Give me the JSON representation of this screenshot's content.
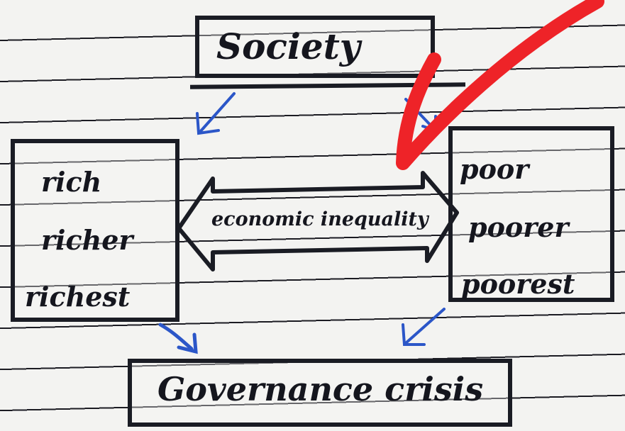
{
  "diagram": {
    "top": "Society",
    "left_items": [
      "rich",
      "richer",
      "richest"
    ],
    "right_items": [
      "poor",
      "poorer",
      "poorest"
    ],
    "middle": "economic inequality",
    "bottom": "Governance crisis"
  },
  "colors": {
    "ink": "#1a1c24",
    "arrow_ink": "#2b56c8",
    "check_mark": "#ee2328"
  }
}
